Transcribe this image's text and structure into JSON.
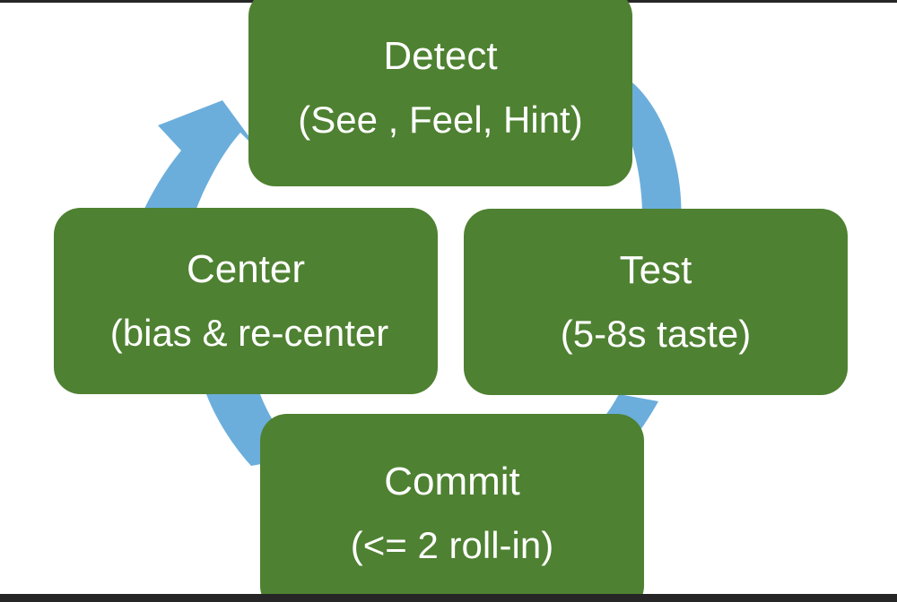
{
  "diagram": {
    "type": "cycle",
    "orientation": "clockwise",
    "background_color": "#FFFFFF",
    "node_color": "#4E8131",
    "node_text_color": "#FFFFFF",
    "arrow_color": "#6BAEDC",
    "nodes": [
      {
        "id": "detect",
        "position": "top",
        "title": "Detect",
        "subtitle": "(See , Feel, Hint)"
      },
      {
        "id": "test",
        "position": "right",
        "title": "Test",
        "subtitle": "(5-8s taste)"
      },
      {
        "id": "commit",
        "position": "bottom",
        "title": "Commit",
        "subtitle": "(<= 2 roll-in)"
      },
      {
        "id": "center",
        "position": "left",
        "title": "Center",
        "subtitle": "(bias & re-center"
      }
    ],
    "arrows": [
      {
        "id": "detect-to-test",
        "from": "detect",
        "to": "test",
        "arrowhead": false
      },
      {
        "id": "test-to-commit",
        "from": "test",
        "to": "commit",
        "arrowhead": false
      },
      {
        "id": "commit-to-center",
        "from": "commit",
        "to": "center",
        "arrowhead": false
      },
      {
        "id": "center-to-detect",
        "from": "center",
        "to": "detect",
        "arrowhead": true
      }
    ]
  }
}
